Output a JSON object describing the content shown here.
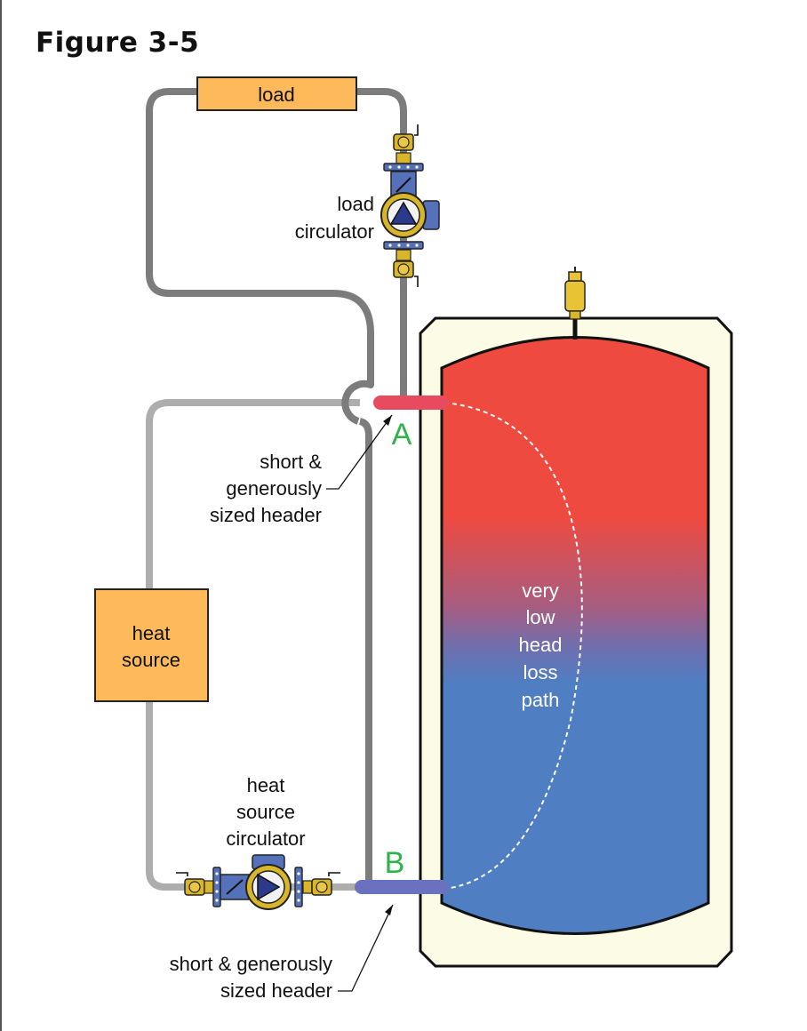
{
  "figure": {
    "title": "Figure 3-5"
  },
  "components": {
    "load": "load",
    "load_circulator": [
      "load",
      "circulator"
    ],
    "heat_source": [
      "heat",
      "source"
    ],
    "heat_source_circulator": [
      "heat",
      "source",
      "circulator"
    ]
  },
  "tank": {
    "path_label": [
      "very",
      "low",
      "head",
      "loss",
      "path"
    ]
  },
  "points": {
    "a": "A",
    "b": "B"
  },
  "callouts": {
    "top_header": [
      "short &",
      "generously",
      "sized header"
    ],
    "bottom_header": [
      "short & generously",
      "sized header"
    ]
  },
  "colors": {
    "hot": "#ef4a3f",
    "cold": "#4f7ec2",
    "hot_pipe": "#e84a5f",
    "cold_pipe": "#6a72c0",
    "box_fill": "#fdb95a",
    "tank_jacket": "#fbfbe6",
    "label_green": "#2db34a",
    "pump_blue": "#5571b9",
    "valve_brass": "#d9b52a"
  }
}
